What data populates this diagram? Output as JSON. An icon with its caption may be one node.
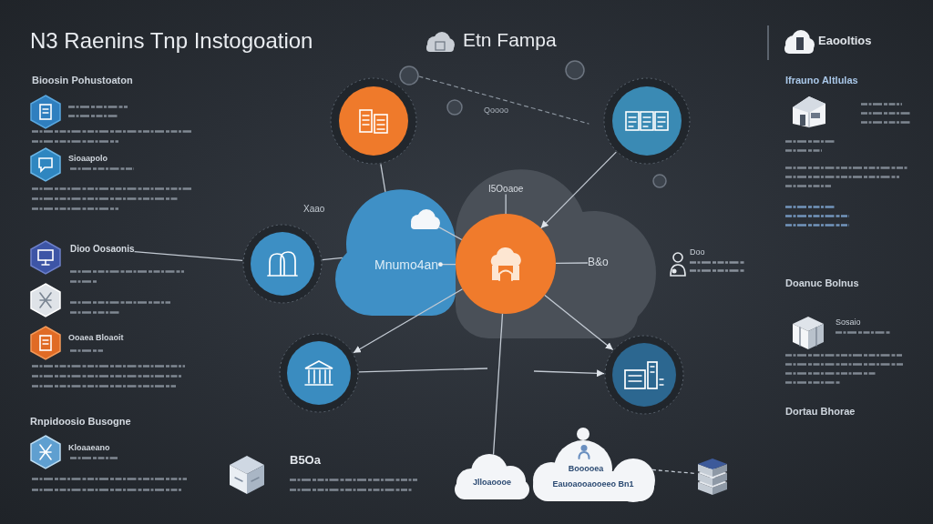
{
  "diagram": {
    "title": "N3 Raenins Tnp Instogoation",
    "nodes": [
      {
        "text": [],
        "shape": "circle"
      },
      {
        "text": [],
        "shape": "circle"
      },
      {
        "text": [],
        "shape": "cloud"
      },
      {
        "text": [
          "I5Ooaoe"
        ],
        "in": 2
      },
      {
        "text": [],
        "shape": "cloud"
      },
      {
        "text": [],
        "shape": "cloud",
        "in": 4
      },
      {
        "text": [
          "Dioo Oosaonis"
        ]
      },
      {
        "text": [],
        "shape": "circle"
      },
      {
        "text": [
          "Mnumo4an"
        ],
        "in": 4
      },
      {
        "text": [],
        "shape": "circle",
        "in": 2
      },
      {
        "text": [
          "B&o"
        ],
        "in": 2
      },
      {
        "text": [],
        "shape": "circle"
      },
      {
        "text": [],
        "shape": "circle"
      },
      {
        "text": [
          "Jlloaoooe"
        ]
      },
      {
        "text": [
          "Booooea",
          "Eauoaooaooeeo Bn1"
        ]
      },
      {
        "text": [],
        "shape": "picture"
      }
    ],
    "edges": [
      {
        "from": 9,
        "to": 3,
        "arrow": "none"
      },
      {
        "from": 9,
        "to": 8,
        "arrow": "other"
      },
      {
        "from": 9,
        "to": 10,
        "arrow": "none"
      },
      {
        "from": 9,
        "to": 5,
        "arrow": "none"
      },
      {
        "from": 1,
        "to": 9,
        "arrow": "to"
      },
      {
        "from": 9,
        "to": 11,
        "arrow": "to"
      },
      {
        "from": 9,
        "to": 12,
        "arrow": "to"
      },
      {
        "from": 9,
        "to": 13,
        "arrow": "none"
      },
      {
        "from": 0,
        "to": 4,
        "arrow": "none"
      },
      {
        "from": 7,
        "to": 4,
        "arrow": "none"
      },
      {
        "from": 6,
        "to": 7,
        "arrow": "none"
      },
      {
        "from": 11,
        "to": null,
        "arrow": "none"
      },
      {
        "from": null,
        "to": 12,
        "arrow": "to"
      },
      {
        "from": 14,
        "to": 15,
        "arrow": "none",
        "style": "dashed"
      }
    ],
    "labels": [
      "Etn Fampa",
      "Eaooltios",
      "Bioosin Pohustoaton",
      "Ifrauno Altlulas",
      "Qoooo",
      "Sioaapolo",
      "Xaao",
      "Doo",
      "Doanuc Bolnus",
      "Sosaio",
      "Ooaea Bloaoit",
      "Dortau Bhorae",
      "Rnpidoosio Busogne",
      "Kloaaeano",
      "B5Oa"
    ]
  }
}
